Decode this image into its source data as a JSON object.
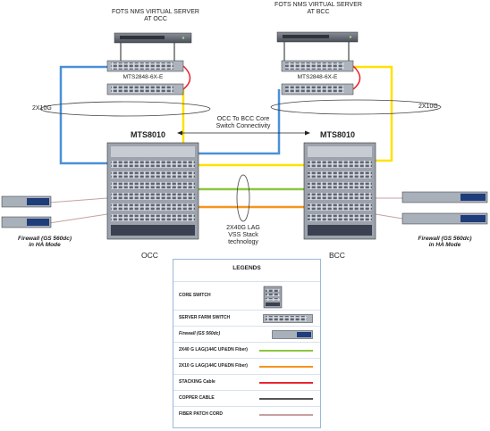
{
  "servers": {
    "occ": {
      "label_line1": "FOTS NMS VIRTUAL SERVER",
      "label_line2": "AT OCC"
    },
    "bcc": {
      "label_line1": "FOTS NMS VIRTUAL SERVER",
      "label_line2": "AT BCC"
    }
  },
  "farm_switch_label": "MTS2848-6X-E",
  "core_switch_label": "MTS8010",
  "link_labels": {
    "left_10g": "2X10G",
    "right_10g": "2X10G",
    "core_connectivity_line1": "OCC To BCC Core",
    "core_connectivity_line2": "Switch Connectivity",
    "lag_line1": "2X40G LAG",
    "lag_line2": "VSS Stack",
    "lag_line3": "technology"
  },
  "firewall_label_line1": "Firewall (GS 560dc)",
  "firewall_label_line2": "in HA  Mode",
  "sites": {
    "occ": "OCC",
    "bcc": "BCC"
  },
  "legend": {
    "title": "LEGENDS",
    "rows": [
      {
        "label": "CORE SWITCH",
        "kind": "core"
      },
      {
        "label": "SERVER FARM SWITCH",
        "kind": "farm"
      },
      {
        "label": "Firewall (GS 560dc)",
        "kind": "firewall"
      },
      {
        "label": "2X40 G LAG(144C UP&DN Fiber)",
        "kind": "line",
        "color": "#8dc63f"
      },
      {
        "label": "2X10 G LAG(144C UP&DN Fiber)",
        "kind": "line",
        "color": "#f7941d"
      },
      {
        "label": "STACKING Cable",
        "kind": "line",
        "color": "#e8262e"
      },
      {
        "label": "COPPER CABLE",
        "kind": "line",
        "color": "#555555"
      },
      {
        "label": "FIBER PATCH CORD",
        "kind": "line",
        "color": "#c8a0a0"
      }
    ]
  },
  "colors": {
    "blue_link": "#4a90d9",
    "yellow_link": "#ffe100",
    "green_lag": "#8dc63f",
    "orange_lag": "#f7941d",
    "stacking": "#e8262e",
    "copper": "#222222",
    "fiber_patch": "#c8a0a0"
  }
}
